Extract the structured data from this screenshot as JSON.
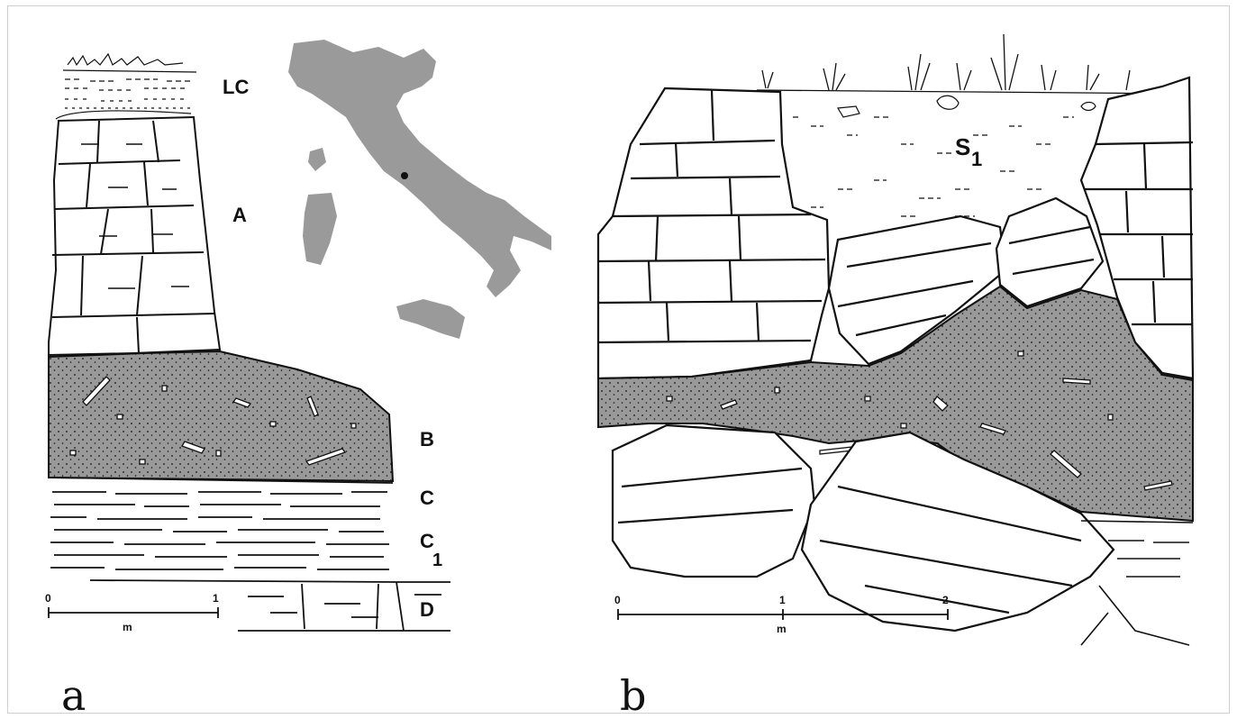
{
  "panel_a": {
    "layers": {
      "lc": "LC",
      "a": "A",
      "b": "B",
      "c": "C",
      "c1_main": "C",
      "c1_sub": "1",
      "d": "D"
    },
    "scale": {
      "start": "0",
      "end": "1",
      "unit": "m"
    },
    "panel_letter": "a"
  },
  "panel_b": {
    "layer_s1_main": "S",
    "layer_s1_sub": "1",
    "scale": {
      "start": "0",
      "mid": "1",
      "end": "2",
      "unit": "m"
    },
    "panel_letter": "b"
  },
  "colors": {
    "breccia_fill": "#999999",
    "map_fill": "#9a9a9a",
    "ink": "#111111"
  }
}
